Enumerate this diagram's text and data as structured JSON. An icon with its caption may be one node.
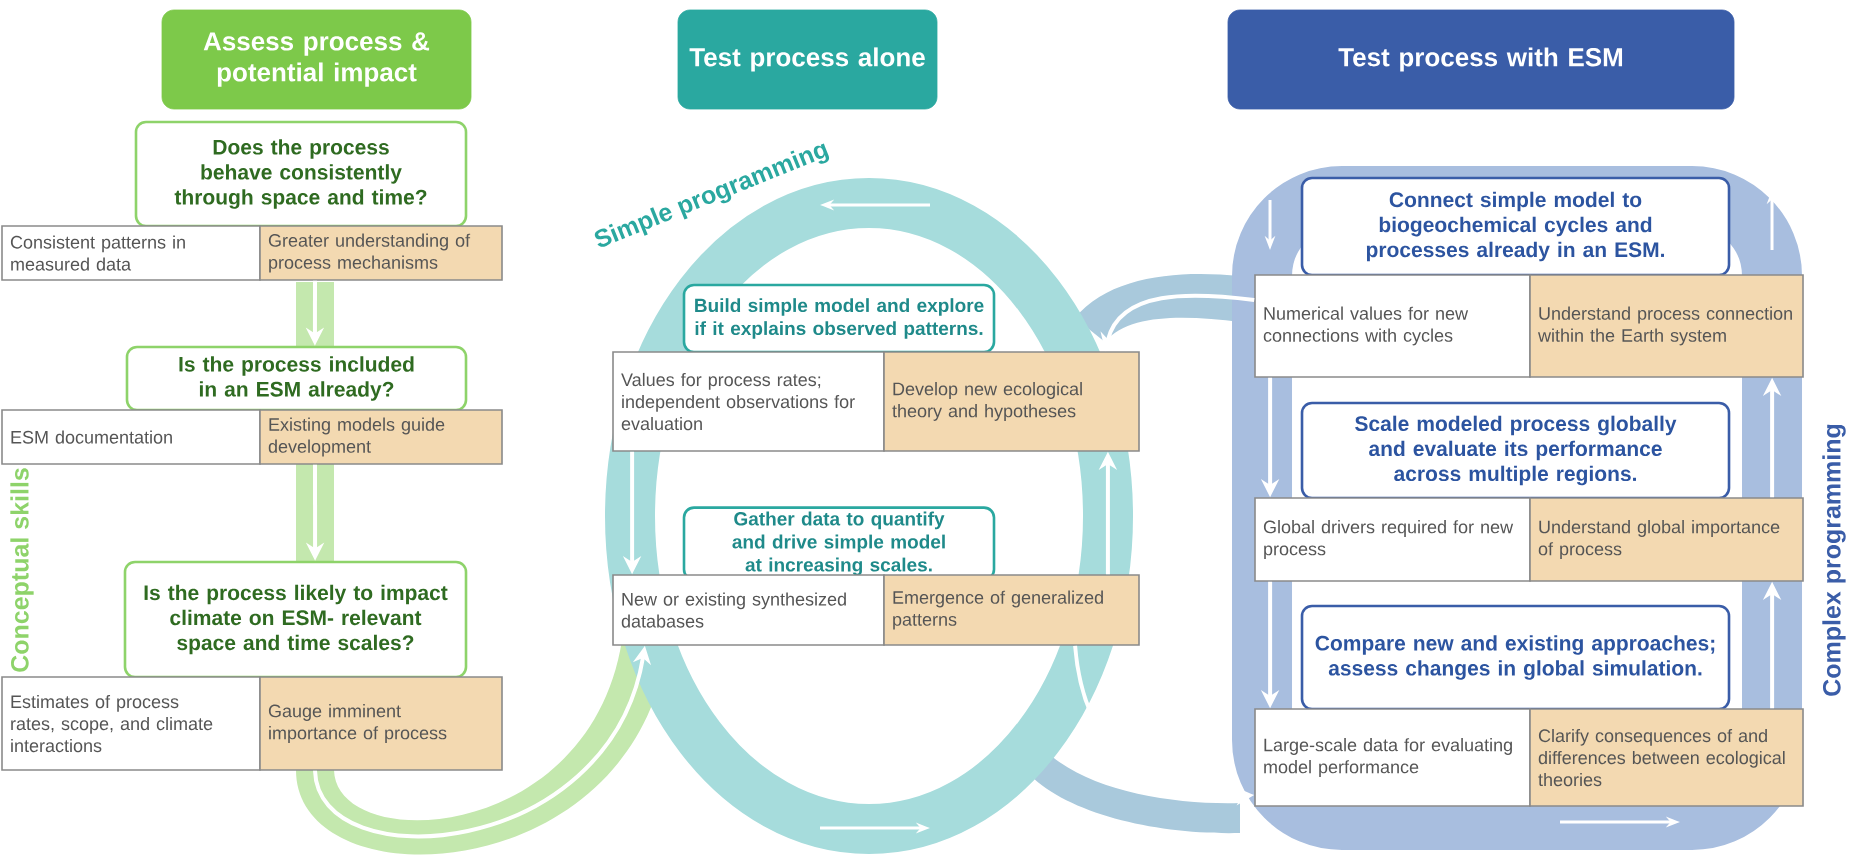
{
  "diagram": {
    "nodes": [
      {
        "text": [
          "Assess process & potential impact"
        ]
      },
      {
        "text": [
          "Does the process behave consistently through space and time?"
        ]
      },
      {
        "text": [
          "Consistent patterns in measured data"
        ]
      },
      {
        "text": [
          "Greater understanding of process mechanisms"
        ]
      },
      {
        "text": [
          "Is the process included in an ESM already?"
        ]
      },
      {
        "text": [
          "ESM documentation"
        ]
      },
      {
        "text": [
          "Existing models guide development"
        ]
      },
      {
        "text": [
          "Is the process likely to impact climate on ESM- relevant space and time scales?"
        ]
      },
      {
        "text": [
          "Estimates of process rates, scope, and climate interactions"
        ]
      },
      {
        "text": [
          "Gauge imminent importance of process"
        ]
      },
      {
        "text": [
          "Test process alone"
        ]
      },
      {
        "text": [
          "Build simple model and explore if it explains observed patterns."
        ]
      },
      {
        "text": [
          "Values for process rates; independent observations for evaluation"
        ]
      },
      {
        "text": [
          "Develop new ecological theory and hypotheses"
        ]
      },
      {
        "text": [
          "Gather data to quantify and drive simple model at increasing scales."
        ]
      },
      {
        "text": [
          "New or existing synthesized databases"
        ]
      },
      {
        "text": [
          "Emergence of generalized patterns"
        ]
      },
      {
        "text": [
          "Test process with ESM"
        ]
      },
      {
        "text": [
          "Connect simple model to biogeochemical cycles and processes already in an ESM."
        ]
      },
      {
        "text": [
          "Numerical values for new connections with cycles"
        ]
      },
      {
        "text": [
          "Understand process connection within the Earth system"
        ]
      },
      {
        "text": [
          "Scale modeled process globally and evaluate its performance across multiple regions."
        ]
      },
      {
        "text": [
          "Global drivers required for new process"
        ]
      },
      {
        "text": [
          "Understand global importance of process"
        ]
      },
      {
        "text": [
          "Compare new and existing approaches; assess changes in global simulation."
        ]
      },
      {
        "text": [
          "Large-scale data for evaluating model performance"
        ]
      },
      {
        "text": [
          "Clarify consequences of and differences between ecological theories"
        ]
      }
    ],
    "edges": [
      {
        "from": 3,
        "to": 4,
        "arrow": "to"
      },
      {
        "from": 6,
        "to": 7,
        "arrow": "to"
      },
      {
        "from": 9,
        "to": 15,
        "arrow": "to"
      },
      {
        "from": 12,
        "to": 15,
        "arrow": "to"
      },
      {
        "from": 16,
        "to": 13,
        "arrow": "to"
      },
      {
        "from": 16,
        "to": 25,
        "arrow": "to"
      },
      {
        "from": 19,
        "to": 13,
        "arrow": "to"
      },
      {
        "from": 19,
        "to": 22,
        "arrow": "to"
      },
      {
        "from": 22,
        "to": 25,
        "arrow": "to"
      },
      {
        "from": 26,
        "to": 23,
        "arrow": "to"
      },
      {
        "from": 23,
        "to": 20,
        "arrow": "to"
      }
    ],
    "labels": [
      "Conceptual skills",
      "Simple programming",
      "Complex programming"
    ]
  }
}
